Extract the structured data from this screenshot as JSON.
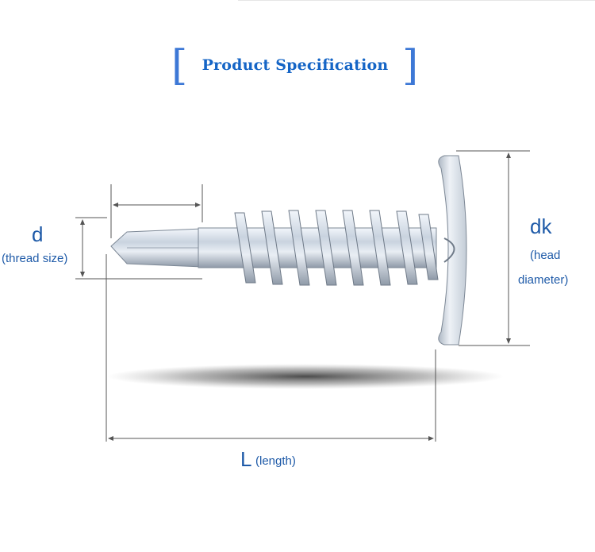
{
  "title": "Product Specification",
  "labels": {
    "d_symbol": "d",
    "d_desc": "(thread size)",
    "dk_symbol": "dk",
    "dk_desc_line1": "(head",
    "dk_desc_line2": "diameter)",
    "L_symbol": "L",
    "L_desc": "(length)"
  },
  "colors": {
    "accent": "#1565c6",
    "label": "#1e5aa8",
    "bracket": "#3d78d6",
    "dimension_line": "#555555"
  }
}
